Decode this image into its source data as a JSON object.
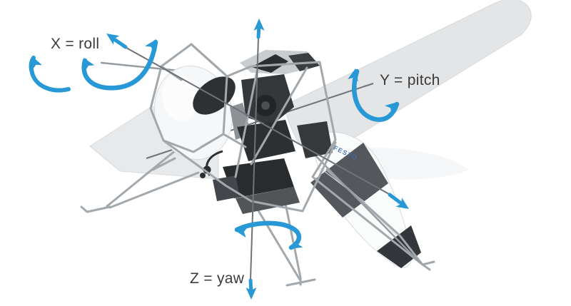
{
  "labels": {
    "roll": "X = roll",
    "pitch": "Y = pitch",
    "yaw": "Z = yaw"
  },
  "logo": {
    "text": "FESTO"
  },
  "colors": {
    "arrow_blue": "#2899d6",
    "logo_blue": "#3a6cb0",
    "label_text": "#3b3b3b",
    "wing_gray": "#e3e5e7",
    "frame_gray": "#a3a8ac",
    "machinery_dark": "#2e3134",
    "background": "#ffffff"
  }
}
